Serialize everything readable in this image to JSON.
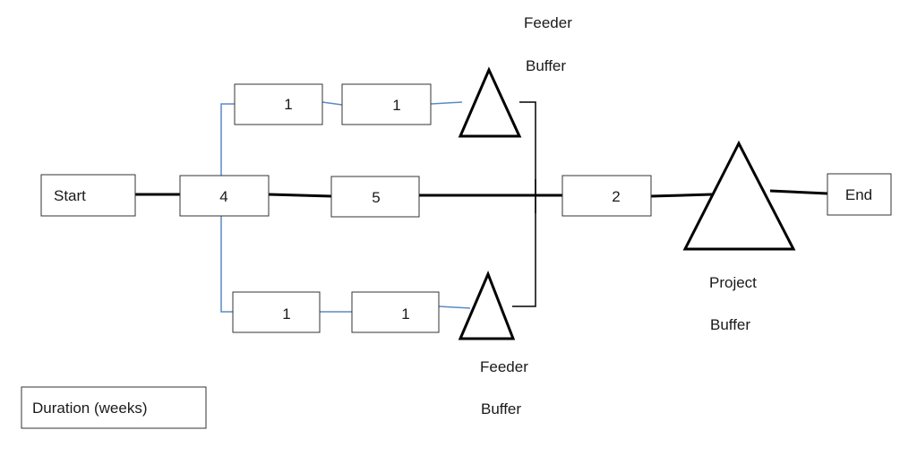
{
  "nodes": {
    "start": "Start",
    "critical_task": "4",
    "middle_task": "5",
    "final_task": "2",
    "end": "End",
    "top_task_1": "1",
    "top_task_2": "1",
    "bottom_task_1": "1",
    "bottom_task_2": "1"
  },
  "buffers": {
    "top_feeder": {
      "line1": "Feeder",
      "line2": "Buffer"
    },
    "bottom_feeder": {
      "line1": "Feeder",
      "line2": "Buffer"
    },
    "project": {
      "line1": "Project",
      "line2": "Buffer"
    }
  },
  "legend": {
    "label": "Duration (weeks)"
  }
}
